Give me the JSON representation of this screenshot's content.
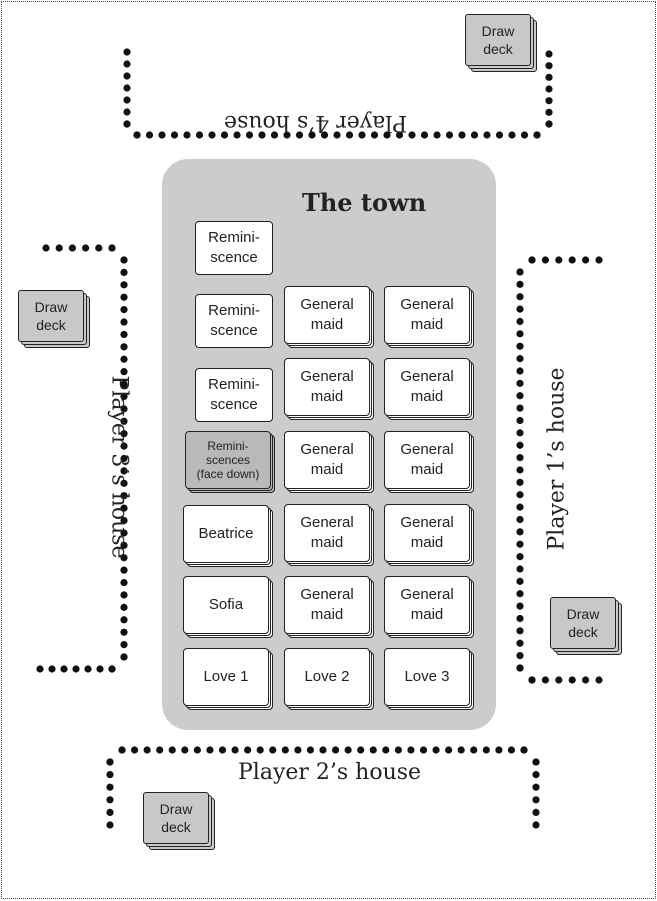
{
  "town": {
    "title": "The town",
    "column1": [
      "Remini-\nscence",
      "Remini-\nscence",
      "Remini-\nscence",
      "Remini-\nscences\n(face down)",
      "Beatrice",
      "Sofia",
      "Love 1"
    ],
    "column2": [
      "General\nmaid",
      "General\nmaid",
      "General\nmaid",
      "General\nmaid",
      "General\nmaid",
      "Love 2"
    ],
    "column3": [
      "General\nmaid",
      "General\nmaid",
      "General\nmaid",
      "General\nmaid",
      "General\nmaid",
      "Love 3"
    ]
  },
  "houses": {
    "player1": "Player 1’s house",
    "player2": "Player 2’s house",
    "player3": "Player 3’s house",
    "player4": "Player 4’s house"
  },
  "decks": {
    "player1": "Draw\ndeck",
    "player2": "Draw\ndeck",
    "player3": "Draw\ndeck",
    "player4": "Draw\ndeck"
  }
}
